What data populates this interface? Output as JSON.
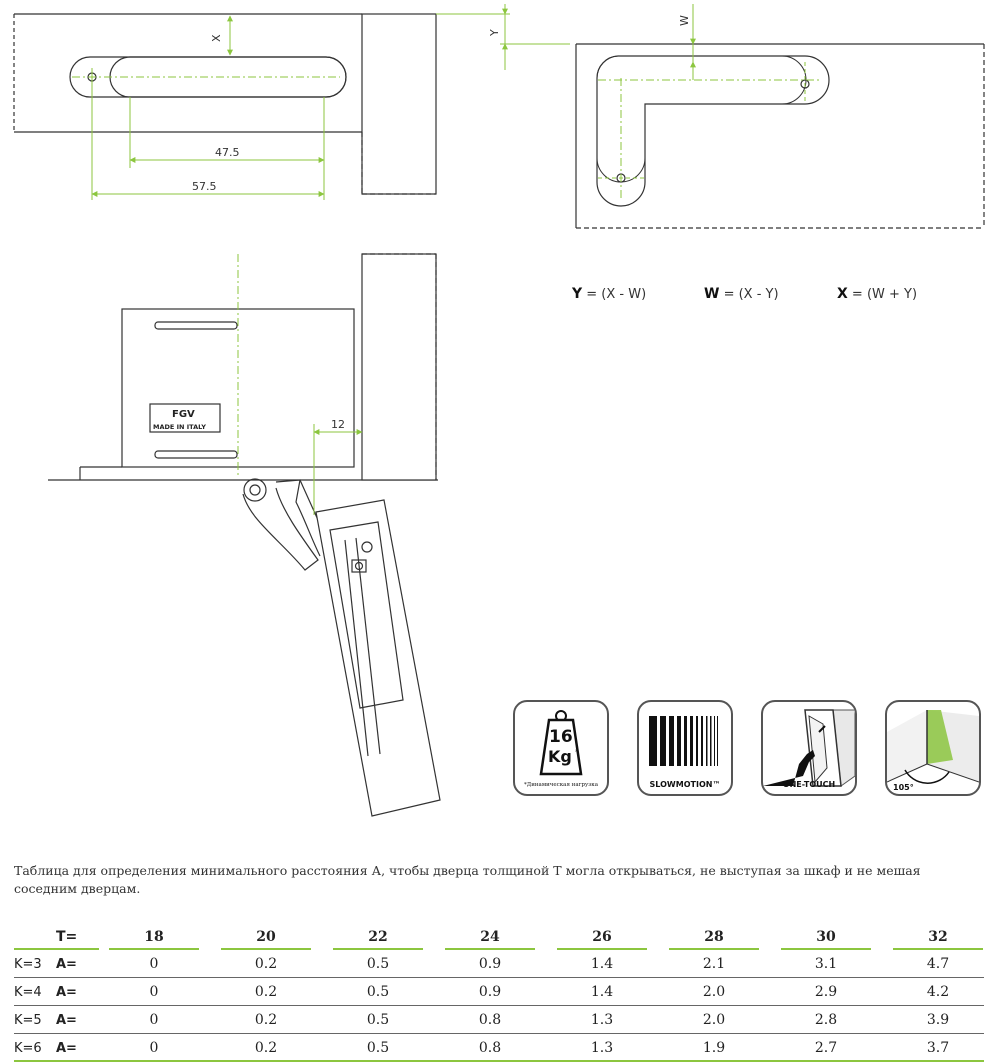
{
  "labels": {
    "x": "X",
    "y": "Y",
    "w": "W",
    "dim_inner": "47.5",
    "dim_outer": "57.5",
    "dim_gap": "12",
    "brand_logo": "FGV",
    "made_in": "MADE IN ITALY"
  },
  "formulas": [
    {
      "var": "Y",
      "expr": " = (X - W)"
    },
    {
      "var": "W",
      "expr": " = (X - Y)"
    },
    {
      "var": "X",
      "expr": " = (W + Y)"
    }
  ],
  "badges": {
    "weight_value": "16",
    "weight_unit": "Kg",
    "weight_mark": "*",
    "weight_note": "*Динамическая нагрузка",
    "slowmotion": "SLOWMOTION™",
    "onetouch": "ONE-TOUCH",
    "angle": "105°"
  },
  "caption": "Таблица для определения минимального расстояния А, чтобы дверца толщиной Т могла открываться, не выступая за шкаф и не мешая соседним дверцам.",
  "table": {
    "t_label": "T=",
    "a_label": "A=",
    "columns": [
      "18",
      "20",
      "22",
      "24",
      "26",
      "28",
      "30",
      "32"
    ],
    "rows": [
      {
        "k": "K=3",
        "values": [
          "0",
          "0.2",
          "0.5",
          "0.9",
          "1.4",
          "2.1",
          "3.1",
          "4.7"
        ]
      },
      {
        "k": "K=4",
        "values": [
          "0",
          "0.2",
          "0.5",
          "0.9",
          "1.4",
          "2.0",
          "2.9",
          "4.2"
        ]
      },
      {
        "k": "K=5",
        "values": [
          "0",
          "0.2",
          "0.5",
          "0.8",
          "1.3",
          "2.0",
          "2.8",
          "3.9"
        ]
      },
      {
        "k": "K=6",
        "values": [
          "0",
          "0.2",
          "0.5",
          "0.8",
          "1.3",
          "1.9",
          "2.7",
          "3.7"
        ]
      }
    ]
  },
  "colors": {
    "accent": "#8cc63f",
    "line": "#333333"
  }
}
